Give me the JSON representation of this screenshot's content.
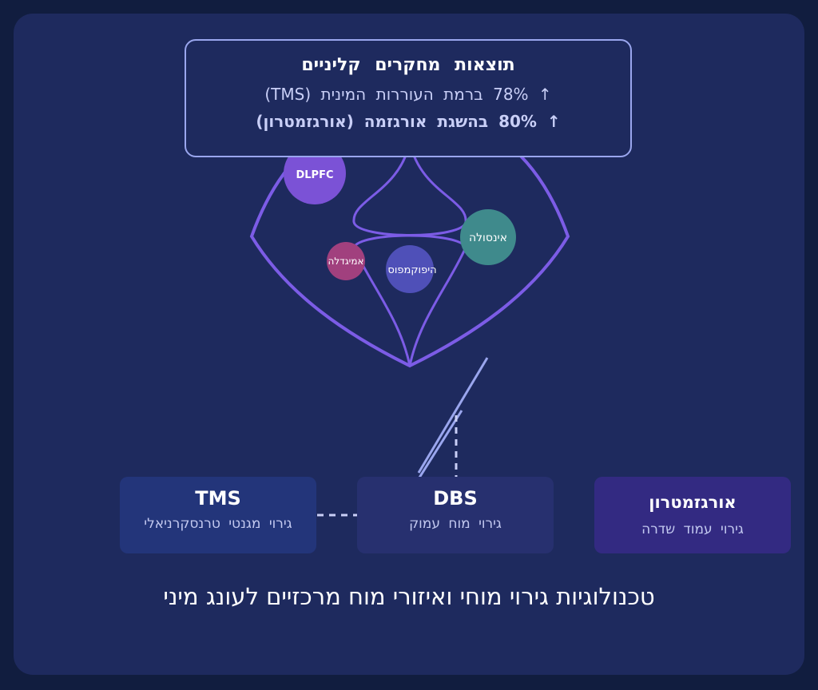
{
  "results": {
    "title": "תוצאות מחקרים קליניים",
    "line1": "↑ 78% ברמת העוררות המינית (TMS)",
    "line2": "↑ 80% בהשגת אורגזמה (אורגזמטרון)"
  },
  "regions": {
    "dlpfc": "DLPFC",
    "insula": "אינסולה",
    "amygdala": "אמיגדלה",
    "hippocampus": "היפוקמפוס"
  },
  "cards": {
    "tms": {
      "name": "TMS",
      "desc": "גירוי מגנטי טרנסקרניאלי"
    },
    "dbs": {
      "name": "DBS",
      "desc": "גירוי מוח עמוק"
    },
    "orgasmatron": {
      "name": "אורגזמטרון",
      "desc": "גירוי עמוד שדרה"
    }
  },
  "caption": "טכנולוגיות גירוי מוחי ואיזורי מוח מרכזיים לעונג מיני",
  "colors": {
    "background": "#111d3f",
    "panel": "#1e2a5e",
    "outline": "#7c5ce6",
    "dlpfc": "#7b52d6",
    "insula": "#3f8a8c",
    "amygdala": "#a1407e",
    "hippocampus": "#4f50b8"
  }
}
